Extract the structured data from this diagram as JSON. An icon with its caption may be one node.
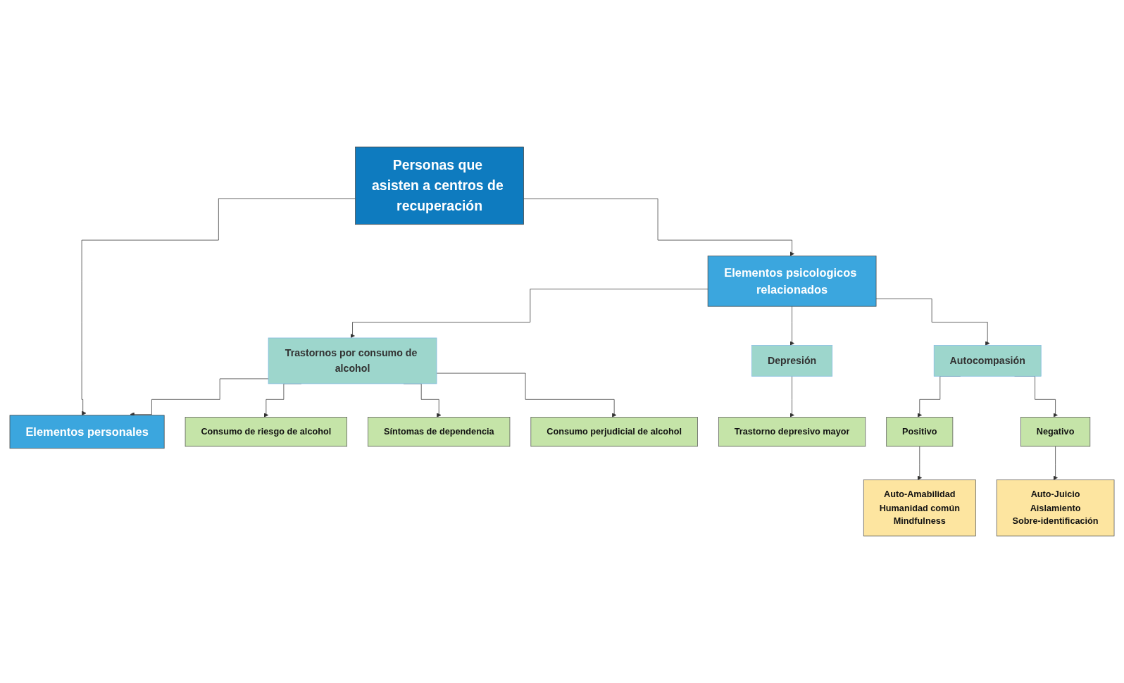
{
  "diagram": {
    "nodes": [
      {
        "text": [
          "Personas que asisten a centros de recuperación"
        ]
      },
      {
        "text": [
          "Elementos personales"
        ]
      },
      {
        "text": [
          "Elementos psicologicos relacionados"
        ]
      },
      {
        "text": [
          "Trastornos por consumo de alcohol"
        ]
      },
      {
        "text": [
          "Depresión"
        ]
      },
      {
        "text": [
          "Autocompasión"
        ]
      },
      {
        "text": [
          "Consumo de riesgo de alcohol"
        ]
      },
      {
        "text": [
          "Síntomas de dependencia"
        ]
      },
      {
        "text": [
          "Consumo perjudicial de alcohol"
        ]
      },
      {
        "text": [
          "Trastorno depresivo mayor"
        ]
      },
      {
        "text": [
          "Positivo"
        ]
      },
      {
        "text": [
          "Negativo"
        ]
      },
      {
        "text": [
          "Auto-Amabilidad",
          "Humanidad común",
          "Mindfulness"
        ]
      },
      {
        "text": [
          "Auto-Juicio",
          "Aislamiento",
          "Sobre-identificación"
        ]
      }
    ],
    "edges": [
      {
        "from": 0,
        "to": 1,
        "arrow": "to"
      },
      {
        "from": 0,
        "to": 2,
        "arrow": "to"
      },
      {
        "from": 2,
        "to": 3,
        "arrow": "to"
      },
      {
        "from": 2,
        "to": 4,
        "arrow": "to"
      },
      {
        "from": 2,
        "to": 5,
        "arrow": "to"
      },
      {
        "from": 3,
        "to": 1,
        "arrow": "to"
      },
      {
        "from": 3,
        "to": 6,
        "arrow": "to"
      },
      {
        "from": 3,
        "to": 7,
        "arrow": "to"
      },
      {
        "from": 3,
        "to": 8,
        "arrow": "to"
      },
      {
        "from": 4,
        "to": 9,
        "arrow": "to"
      },
      {
        "from": 5,
        "to": 10,
        "arrow": "to"
      },
      {
        "from": 5,
        "to": 11,
        "arrow": "to"
      },
      {
        "from": 10,
        "to": 12,
        "arrow": "to"
      },
      {
        "from": 11,
        "to": 13,
        "arrow": "to"
      }
    ]
  }
}
